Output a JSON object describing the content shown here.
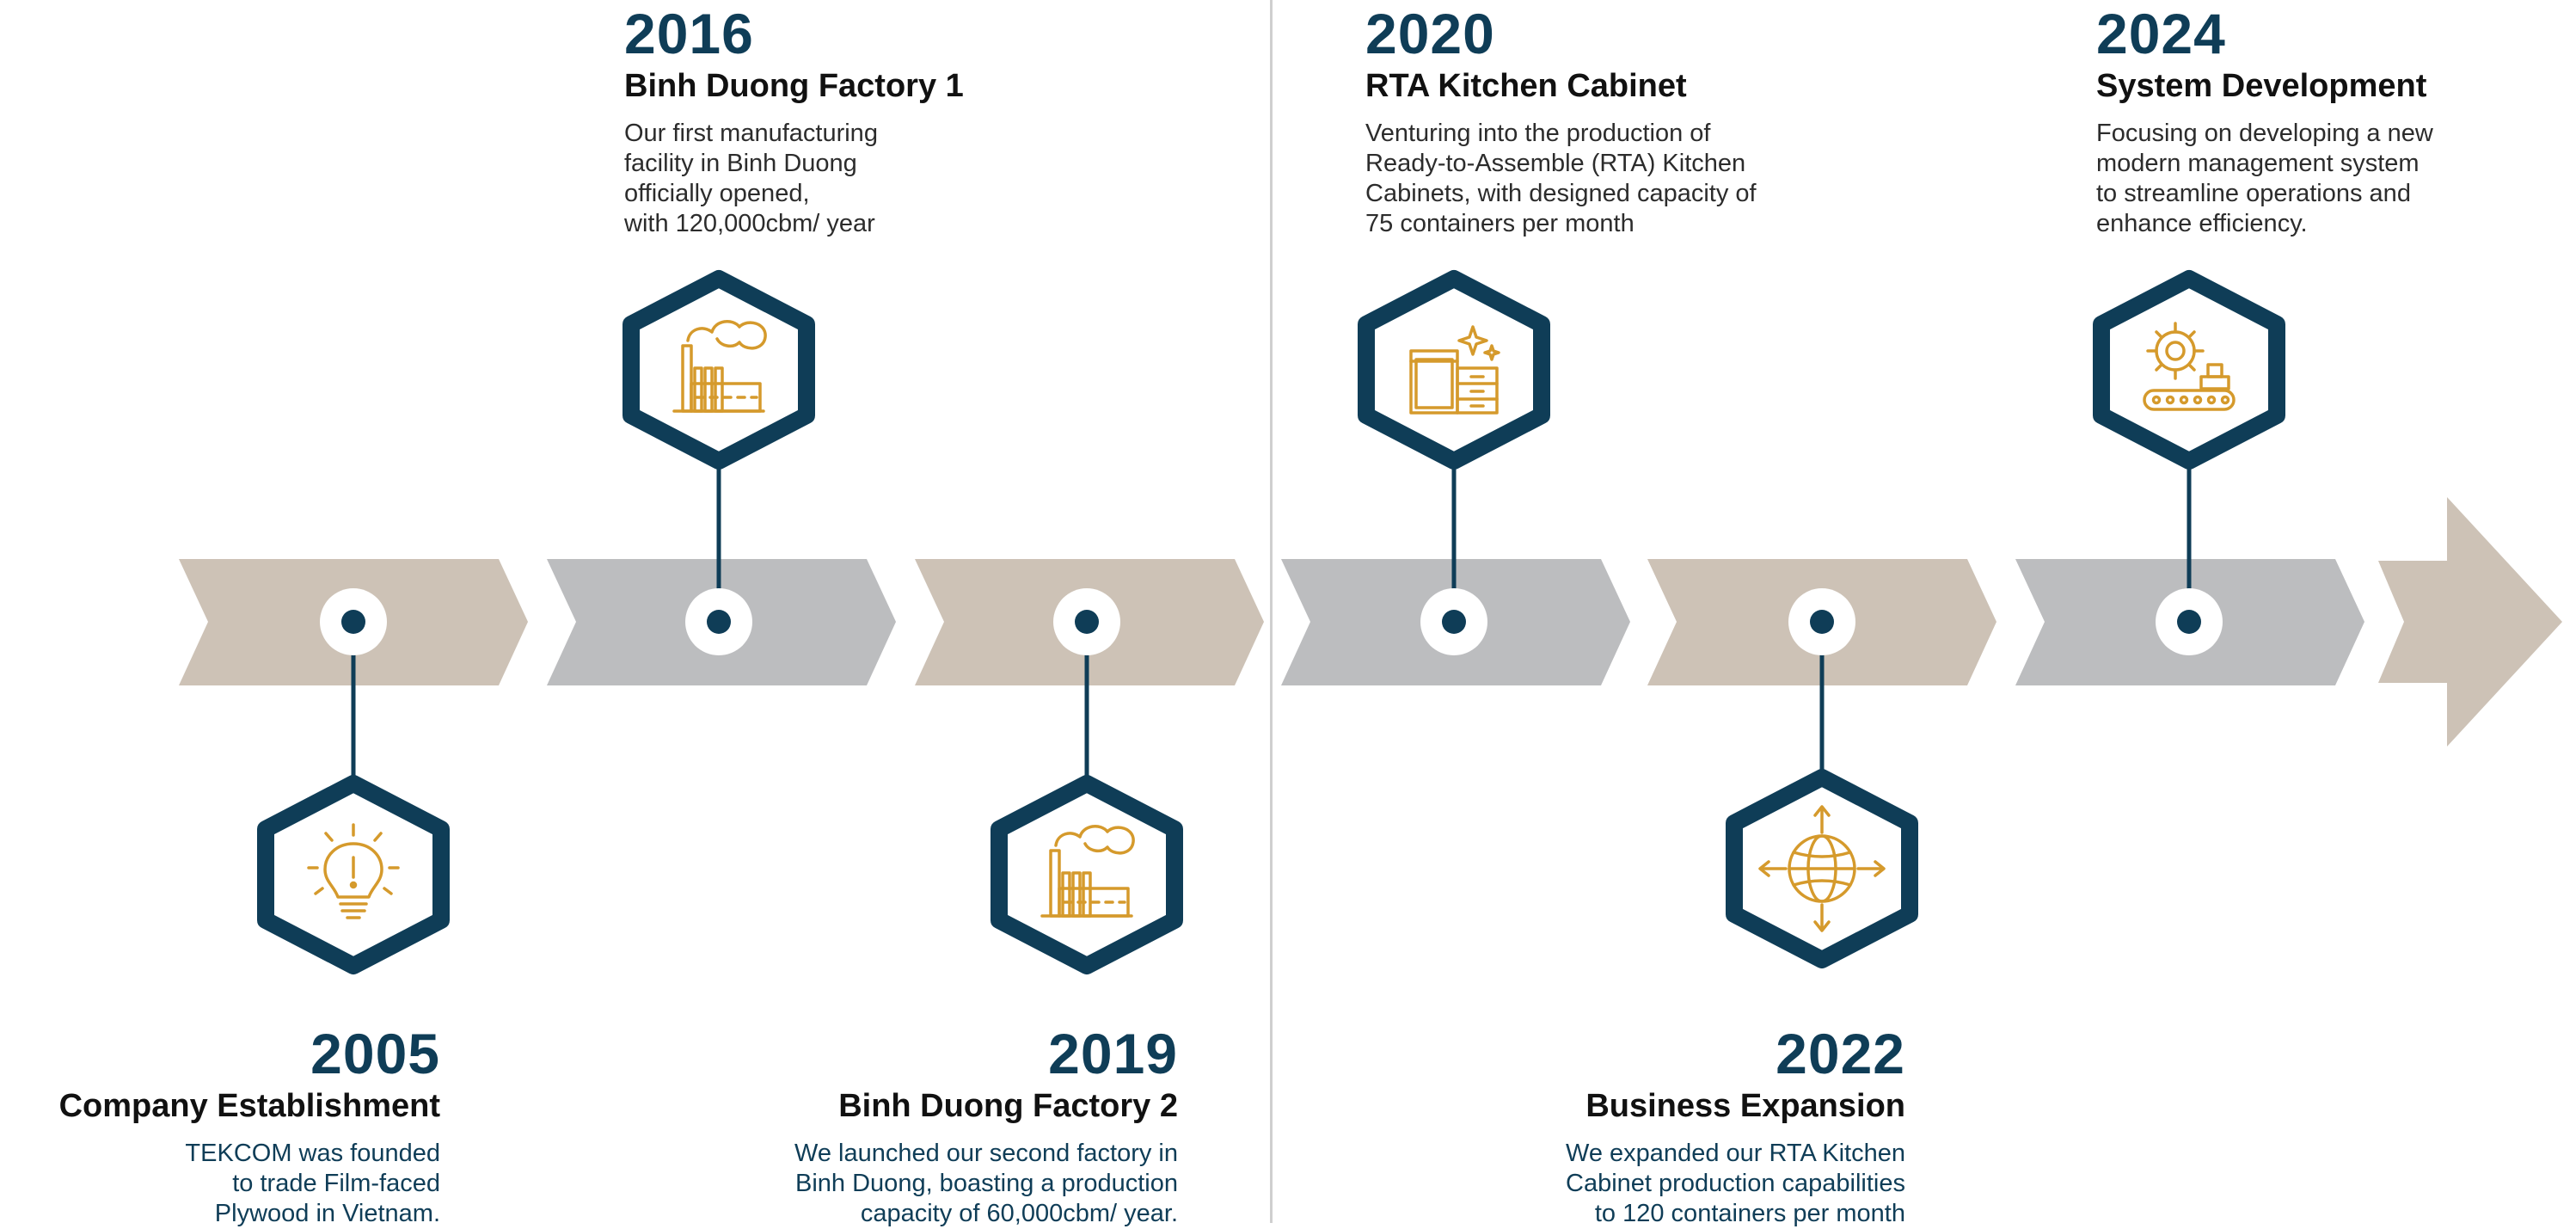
{
  "milestones": [
    {
      "year": "2005",
      "title": "Company Establishment",
      "description": "TEKCOM was founded\nto trade Film-faced\nPlywood in Vietnam.",
      "icon": "lightbulb-icon"
    },
    {
      "year": "2016",
      "title": "Binh Duong Factory 1",
      "description": "Our first manufacturing\nfacility in Binh Duong\nofficially opened,\nwith 120,000cbm/ year",
      "icon": "factory-icon"
    },
    {
      "year": "2019",
      "title": "Binh Duong Factory 2",
      "description": "We launched our second factory in\nBinh Duong, boasting a production\ncapacity of 60,000cbm/ year.",
      "icon": "factory-icon"
    },
    {
      "year": "2020",
      "title": "RTA Kitchen Cabinet",
      "description": "Venturing into the production of\nReady-to-Assemble (RTA) Kitchen\nCabinets, with designed capacity of\n75 containers per month",
      "icon": "kitchen-cabinet-icon"
    },
    {
      "year": "2022",
      "title": "Business Expansion",
      "description": "We expanded our RTA Kitchen\nCabinet production capabilities\nto 120 containers per month",
      "icon": "globe-expansion-icon"
    },
    {
      "year": "2024",
      "title": "System Development",
      "description": "Focusing on developing a new\nmodern management system\nto streamline operations and\nenhance efficiency.",
      "icon": "gear-conveyor-icon"
    }
  ],
  "colors": {
    "navy": "#0f3d57",
    "gold": "#d59a2c",
    "beige_arrow": "#cdc2b6",
    "gray_arrow": "#bcbdbf",
    "divider": "#cfcfcf"
  }
}
